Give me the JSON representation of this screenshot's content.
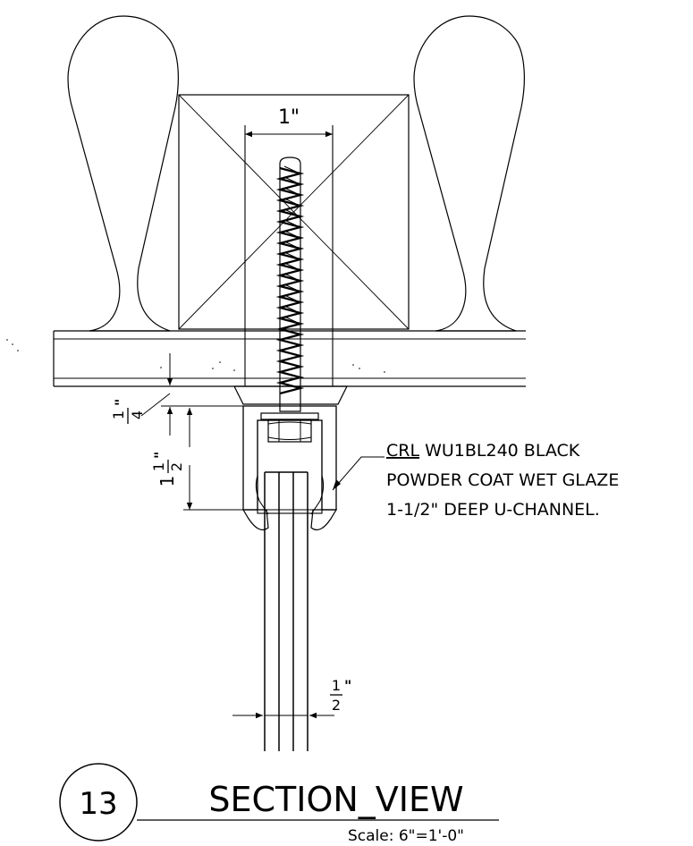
{
  "dimensions": {
    "channel_width": "1\"",
    "gap_num": "1",
    "gap_den": "4",
    "gap_mark": "\"",
    "depth_whole": "1",
    "depth_num": "1",
    "depth_den": "2",
    "depth_mark": "\"",
    "glass_num": "1",
    "glass_den": "2",
    "glass_mark": "\""
  },
  "callout": {
    "line1_prefix": "CRL",
    "line1_rest": " WU1BL240  BLACK",
    "line2": "POWDER COAT WET GLAZE",
    "line3": "1-1/2\" DEEP U-CHANNEL."
  },
  "title_block": {
    "detail_number": "13",
    "title": "SECTION_VIEW",
    "scale": "Scale: 6\"=1'-0\""
  }
}
